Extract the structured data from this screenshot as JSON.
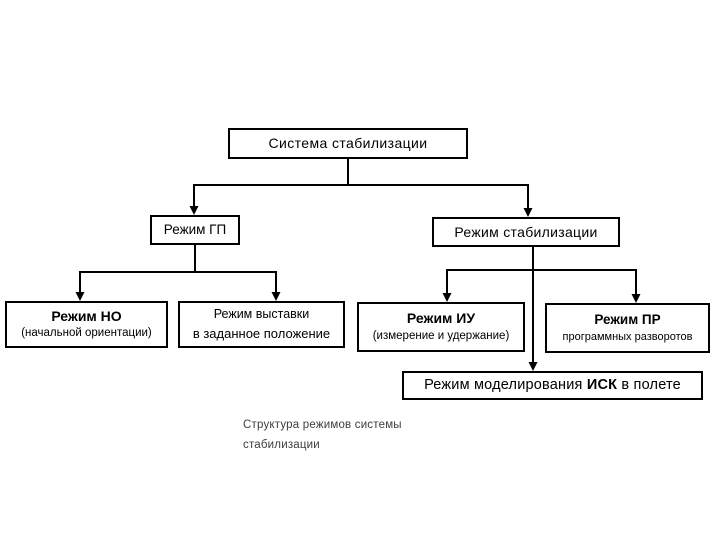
{
  "diagram": {
    "background_color": "#ffffff",
    "line_color": "#000000",
    "box_border_color": "#000000",
    "text_color": "#000000",
    "nodes": {
      "root": {
        "label": "Система стабилизации"
      },
      "gp": {
        "label": "Режим ГП"
      },
      "stab": {
        "label": "Режим стабилизации"
      },
      "no": {
        "label": "Режим НО",
        "sublabel": "(начальной ориентации)"
      },
      "vystavka": {
        "label": "Режим выставки",
        "sublabel": "в заданное положение"
      },
      "iu": {
        "label": "Режим ИУ",
        "sublabel": "(измерение и удержание)"
      },
      "pr": {
        "label": "Режим ПР",
        "sublabel": "программных разворотов"
      },
      "model": {
        "label_prefix": "Режим моделирования ",
        "label_em": "ИСК",
        "label_suffix": " в полете"
      }
    },
    "caption": {
      "line1": "Структура режимов системы",
      "line2": "стабилизации"
    }
  }
}
